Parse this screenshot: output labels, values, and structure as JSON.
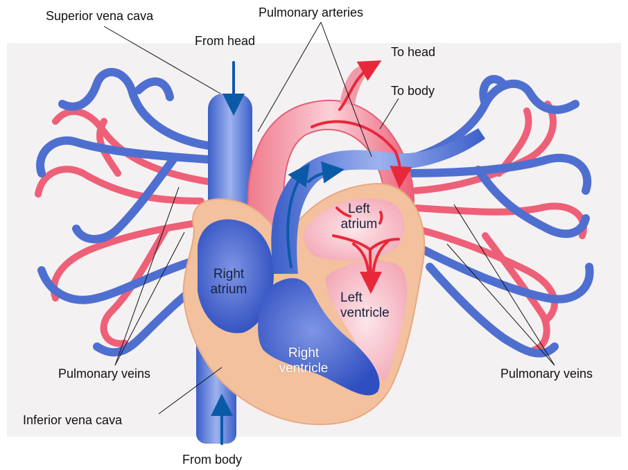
{
  "labels": {
    "superior_vena_cava": "Superior vena cava",
    "pulmonary_arteries": "Pulmonary arteries",
    "from_head": "From head",
    "to_head": "To head",
    "to_body": "To body",
    "left_atrium_1": "Left",
    "left_atrium_2": "atrium",
    "right_atrium_1": "Right",
    "right_atrium_2": "atrium",
    "left_ventricle_1": "Left",
    "left_ventricle_2": "ventricle",
    "right_ventricle_1": "Right",
    "right_ventricle_2": "ventricle",
    "pulmonary_veins_left": "Pulmonary veins",
    "pulmonary_veins_right": "Pulmonary veins",
    "inferior_vena_cava": "Inferior vena cava",
    "from_body": "From body"
  },
  "colors": {
    "oxygenated": "#e8283a",
    "deoxygenated": "#0b5aa8",
    "vein_blue": "#4f6fd0",
    "vessel_red": "#ee6077",
    "muscle": "#f3c19d",
    "chamber_pink": "#f6b3c0",
    "background": "#f4f1f3"
  }
}
